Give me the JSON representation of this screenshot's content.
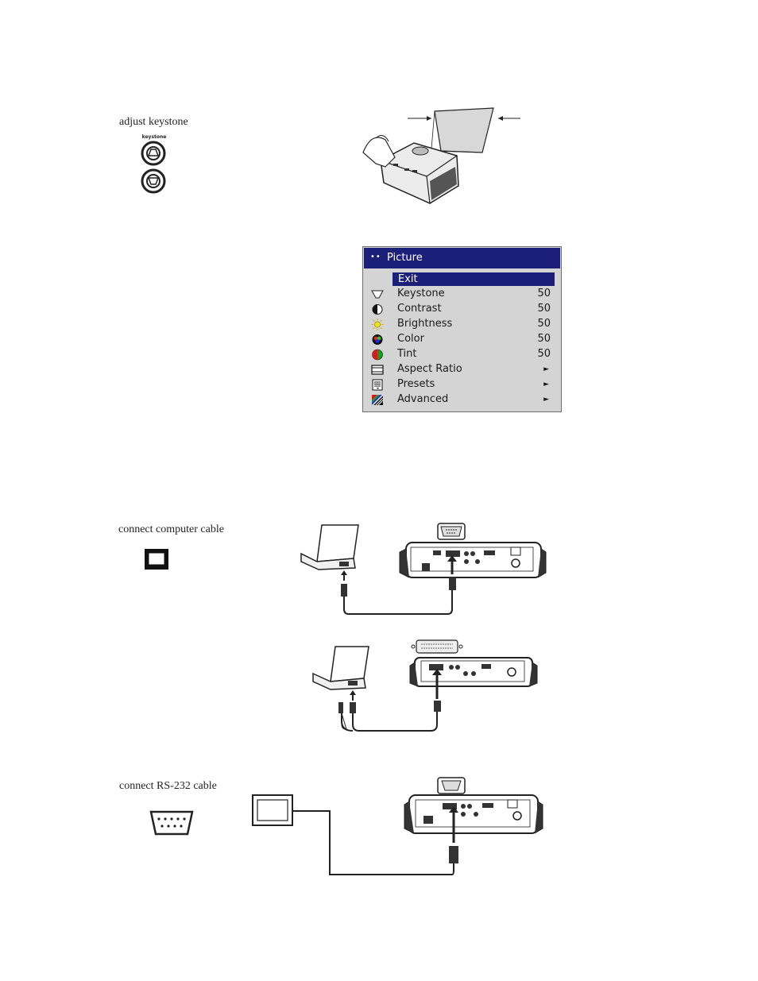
{
  "sections": {
    "keystone_label": "adjust keystone",
    "keypad_caption": "keystone",
    "computer_label": "connect computer cable",
    "rs232_label": "connect RS-232 cable"
  },
  "menu": {
    "title": "Picture",
    "title_dots": "••",
    "exit_label": "Exit",
    "items": [
      {
        "label": "Keystone",
        "value": "50",
        "icon": "keystone-icon"
      },
      {
        "label": "Contrast",
        "value": "50",
        "icon": "contrast-icon"
      },
      {
        "label": "Brightness",
        "value": "50",
        "icon": "brightness-icon"
      },
      {
        "label": "Color",
        "value": "50",
        "icon": "color-icon"
      },
      {
        "label": "Tint",
        "value": "50",
        "icon": "tint-icon"
      },
      {
        "label": "Aspect Ratio",
        "value": "►",
        "icon": "aspect-ratio-icon"
      },
      {
        "label": "Presets",
        "value": "►",
        "icon": "presets-icon"
      },
      {
        "label": "Advanced",
        "value": "►",
        "icon": "advanced-icon"
      }
    ],
    "colors": {
      "title_bg": "#1c1f78",
      "menu_bg": "#d4d4d4"
    }
  }
}
